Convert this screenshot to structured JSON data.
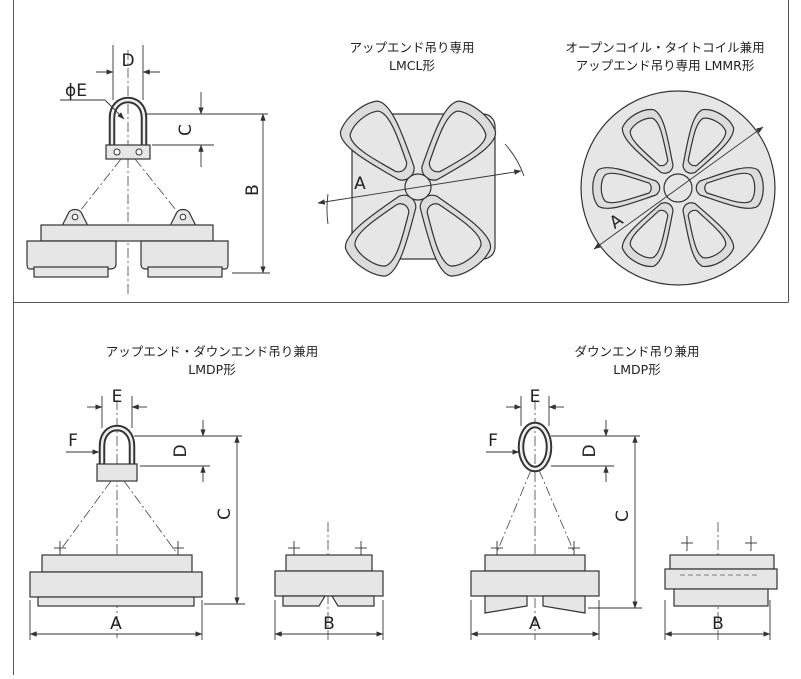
{
  "captions": {
    "lmcl_line1": "アップエンド吊り専用",
    "lmcl_line2": "LMCL形",
    "lmmr_line1": "オープンコイル・タイトコイル兼用",
    "lmmr_line2": "アップエンド吊り専用 LMMR形",
    "lmdp_up_line1": "アップエンド・ダウンエンド吊り兼用",
    "lmdp_up_line2": "LMDP形",
    "lmdp_down_line1": "ダウンエンド吊り兼用",
    "lmdp_down_line2": "LMDP形"
  },
  "dimensions": {
    "shackle_D": "D",
    "shackle_phiE": "ϕE",
    "shackle_C": "C",
    "shackle_B": "B",
    "lmcl_A": "A",
    "lmmr_A": "A",
    "up_E": "E",
    "up_F": "F",
    "up_D": "D",
    "up_C": "C",
    "up_A": "A",
    "up_side_B": "B",
    "down_E": "E",
    "down_F": "F",
    "down_D": "D",
    "down_C": "C",
    "down_A": "A",
    "down_side_B": "B"
  }
}
